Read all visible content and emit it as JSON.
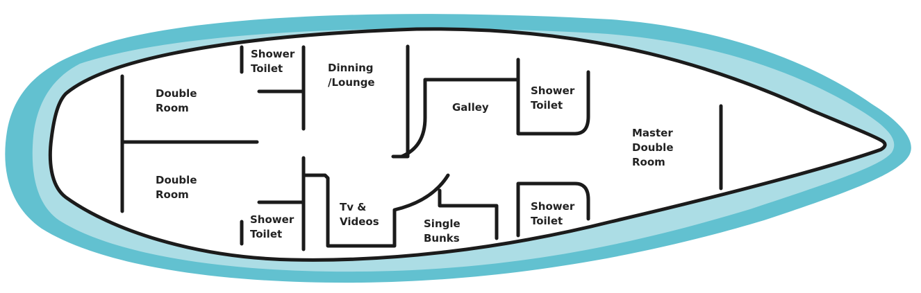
{
  "colors": {
    "water_outer": "#62c1d0",
    "water_inner": "#acdde5",
    "hull_fill": "#ffffff",
    "hull_outline": "#1b1b1b",
    "text": "#222222"
  },
  "rooms": {
    "double_room_top": {
      "line1": "Double",
      "line2": "Room"
    },
    "double_room_bottom": {
      "line1": "Double",
      "line2": "Room"
    },
    "shower_toilet_top_left": {
      "line1": "Shower",
      "line2": "Toilet"
    },
    "shower_toilet_bottom_left": {
      "line1": "Shower",
      "line2": "Toilet"
    },
    "dinning_lounge": {
      "line1": "Dinning",
      "line2": "/Lounge"
    },
    "tv_videos": {
      "line1": "Tv &",
      "line2": "Videos"
    },
    "galley": {
      "line1": "Galley"
    },
    "single_bunks": {
      "line1": "Single",
      "line2": "Bunks"
    },
    "shower_toilet_top_right": {
      "line1": "Shower",
      "line2": "Toilet"
    },
    "shower_toilet_bottom_right": {
      "line1": "Shower",
      "line2": "Toilet"
    },
    "master_double_room": {
      "line1": "Master",
      "line2": "Double",
      "line3": "Room"
    }
  }
}
